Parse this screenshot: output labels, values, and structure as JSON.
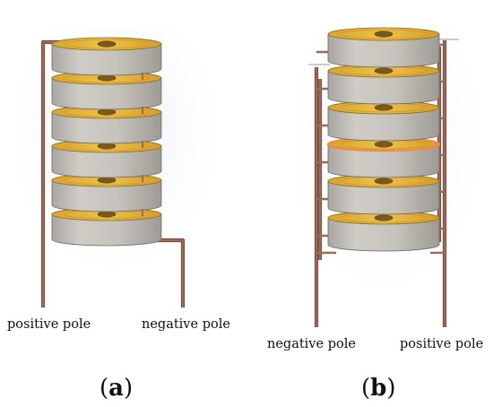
{
  "figure": {
    "panel_a": {
      "label_open": "(",
      "label_letter": "a",
      "label_close": ")",
      "left_pole_label": "positive pole",
      "right_pole_label": "negative pole",
      "disk_count": 6
    },
    "panel_b": {
      "label_open": "(",
      "label_letter": "b",
      "label_close": ")",
      "left_pole_label": "negative pole",
      "right_pole_label": "positive pole",
      "disk_count": 6,
      "highlighted_disk_index": 3
    },
    "colors": {
      "disk_top": "#e8b63a",
      "disk_side": "#c9c6c1",
      "wire": "#9b6b5a",
      "highlight": "#f08a3c",
      "background_glow": "#dfe6f2"
    }
  }
}
